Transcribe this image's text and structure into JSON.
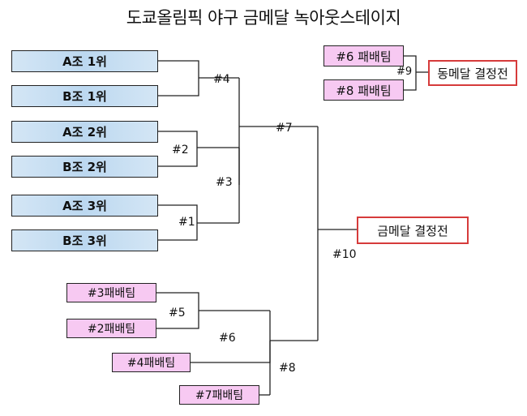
{
  "title": "도쿄올림픽 야구 금메달 녹아웃스테이지",
  "seeds": [
    "A조 1위",
    "B조 1위",
    "A조 2위",
    "B조 2위",
    "A조 3위",
    "B조 3위"
  ],
  "losers_top": [
    "#6 패배팀",
    "#8 패배팀"
  ],
  "losers_bottom": [
    "#3패배팀",
    "#2패배팀",
    "#4패배팀",
    "#7패배팀"
  ],
  "finals": {
    "bronze": "동메달 결정전",
    "gold": "금메달 결정전"
  },
  "games": {
    "g1": "#1",
    "g2": "#2",
    "g3": "#3",
    "g4": "#4",
    "g5": "#5",
    "g6": "#6",
    "g7": "#7",
    "g8": "#8",
    "g9": "#9",
    "g10": "#10"
  },
  "colors": {
    "seed_fill": "#cfe2f3",
    "loser_fill": "#f7c9f2",
    "final_border": "#d63b3b",
    "line": "#222222"
  }
}
